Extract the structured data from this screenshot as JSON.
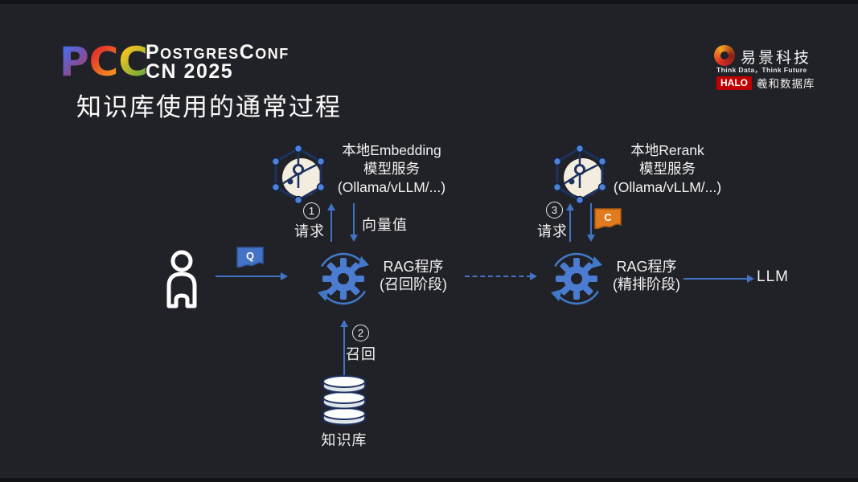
{
  "header": {
    "logo": {
      "letters": [
        "P",
        "C",
        "C"
      ]
    },
    "conference": {
      "name": "PostgresConf",
      "edition": "CN 2025"
    },
    "brand": {
      "company": "易景科技",
      "tagline": "Think Data，Think Future",
      "halo_badge": "HALO",
      "product": "羲和数据库"
    }
  },
  "slide": {
    "title": "知识库使用的通常过程"
  },
  "diagram": {
    "embedding": {
      "line1": "本地Embedding",
      "line2": "模型服务",
      "line3": "(Ollama/vLLM/...)"
    },
    "rerank": {
      "line1": "本地Rerank",
      "line2": "模型服务",
      "line3": "(Ollama/vLLM/...)"
    },
    "rag_recall": {
      "line1": "RAG程序",
      "line2": "(召回阶段)"
    },
    "rag_refine": {
      "line1": "RAG程序",
      "line2": "(精排阶段)"
    },
    "llm": "LLM",
    "knowledge_base": "知识库",
    "vector_value": "向量值",
    "steps": {
      "step1": {
        "num": "1",
        "label": "请求"
      },
      "step2": {
        "num": "2",
        "label": "召回"
      },
      "step3": {
        "num": "3",
        "label": "请求"
      }
    },
    "q_tag": "Q",
    "c_tag": "C"
  },
  "colors": {
    "accent_blue": "#4472C4",
    "tag_orange": "#E07C1F",
    "halo_red": "#C00000",
    "icon_navy": "#1D3260"
  }
}
